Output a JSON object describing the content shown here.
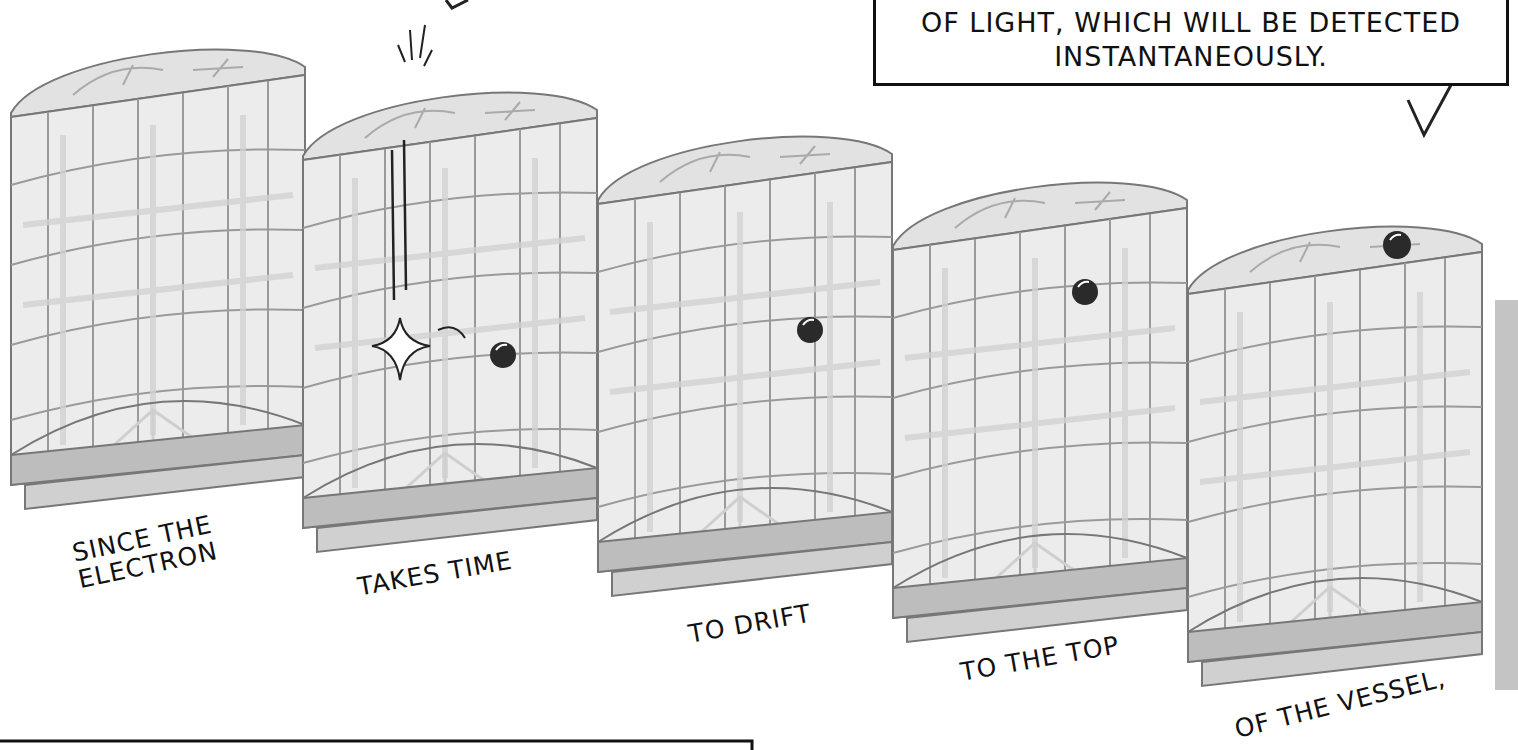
{
  "diagram": {
    "nodes": [
      {
        "text": [
          "OF LIGHT, WHICH WILL BE DETECTED INSTANTANEOUSLY."
        ]
      }
    ],
    "labels": [
      "SINCE THE ELECTRON",
      "TAKES TIME",
      "TO DRIFT",
      "TO THE TOP",
      "OF THE VESSEL,"
    ]
  }
}
